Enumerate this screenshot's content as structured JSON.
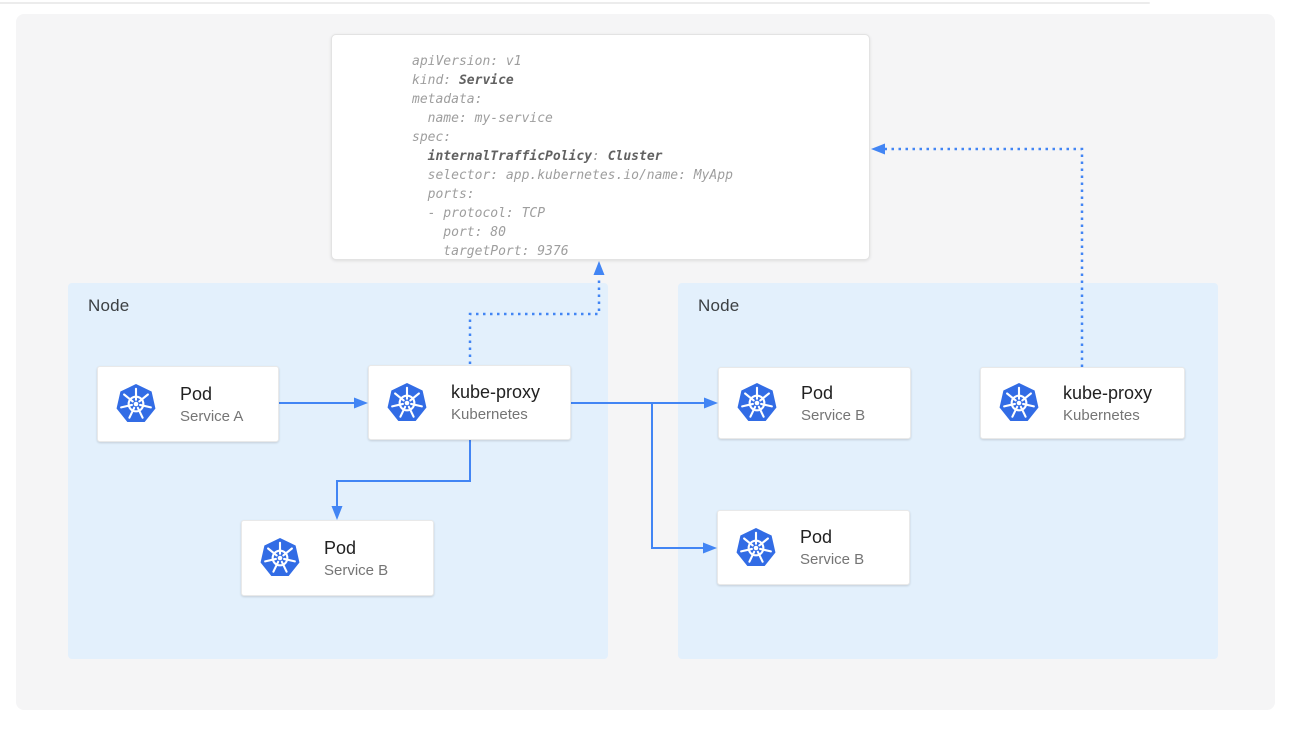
{
  "colors": {
    "arrow_blue": "#4285f4",
    "kubernetes_blue": "#326ce5",
    "node_fill": "#e3f0fc",
    "canvas_background": "#f5f5f6"
  },
  "yaml_panel": {
    "lines": [
      [
        {
          "t": "apiVersion: v1"
        }
      ],
      [
        {
          "t": "kind: "
        },
        {
          "t": "Service",
          "b": true
        }
      ],
      [
        {
          "t": "metadata:"
        }
      ],
      [
        {
          "t": "  name: my-service"
        }
      ],
      [
        {
          "t": "spec:"
        }
      ],
      [
        {
          "t": "  "
        },
        {
          "t": "internalTrafficPolicy",
          "b": true
        },
        {
          "t": ": "
        },
        {
          "t": "Cluster",
          "b": true
        }
      ],
      [
        {
          "t": "  selector: app.kubernetes.io/name: MyApp"
        }
      ],
      [
        {
          "t": "  ports:"
        }
      ],
      [
        {
          "t": "  - protocol: TCP"
        }
      ],
      [
        {
          "t": "    port: 80"
        }
      ],
      [
        {
          "t": "    targetPort: 9376"
        }
      ]
    ]
  },
  "nodes": [
    {
      "label": "Node",
      "cards": [
        {
          "title": "Pod",
          "subtitle": "Service A"
        },
        {
          "title": "kube-proxy",
          "subtitle": "Kubernetes"
        },
        {
          "title": "Pod",
          "subtitle": "Service B"
        }
      ]
    },
    {
      "label": "Node",
      "cards": [
        {
          "title": "Pod",
          "subtitle": "Service B"
        },
        {
          "title": "Pod",
          "subtitle": "Service B"
        },
        {
          "title": "kube-proxy",
          "subtitle": "Kubernetes"
        }
      ]
    }
  ]
}
